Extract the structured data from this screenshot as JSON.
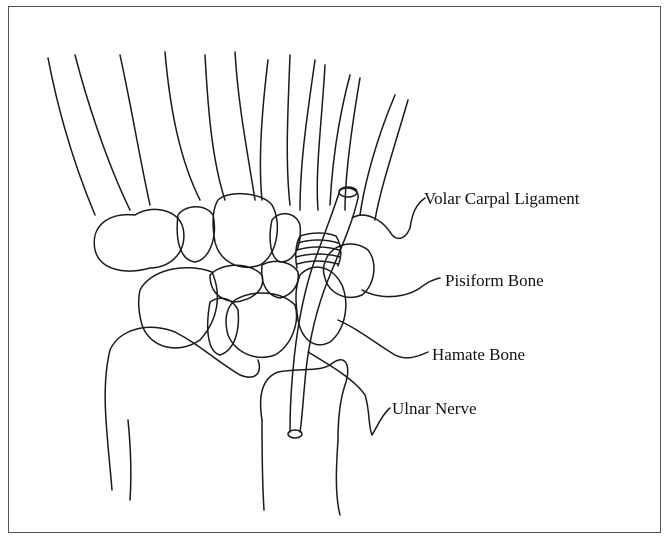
{
  "labels": {
    "volar_carpal_ligament": "Volar Carpal Ligament",
    "pisiform_bone": "Pisiform Bone",
    "hamate_bone": "Hamate Bone",
    "ulnar_nerve": "Ulnar Nerve"
  },
  "colors": {
    "line": "#1a1a1a",
    "background": "#ffffff",
    "frame": "#555555"
  }
}
